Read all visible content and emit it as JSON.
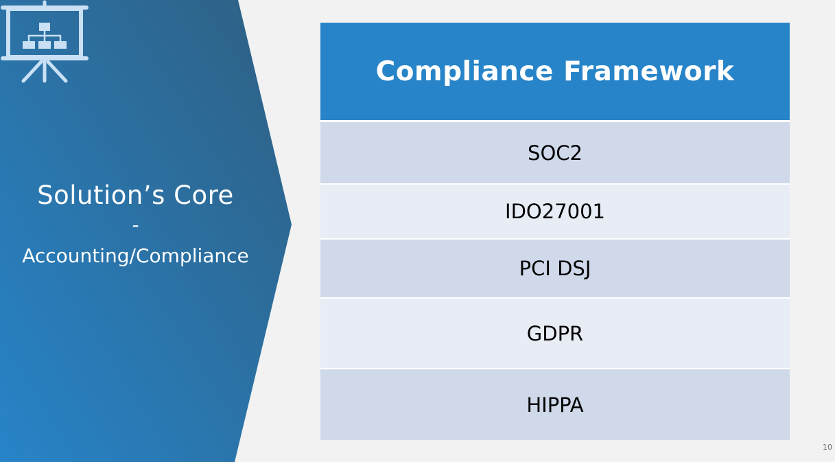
{
  "side": {
    "title": "Solution’s Core",
    "dash": "-",
    "subtitle": "Accounting/Compliance",
    "icon": "presentation-org-chart-icon",
    "gradient_start": "#2784c8",
    "gradient_end": "#2e5d7f"
  },
  "table": {
    "header": "Compliance Framework",
    "header_color": "#2784c8",
    "rows": [
      {
        "label": "SOC2"
      },
      {
        "label": "IDO27001"
      },
      {
        "label": "PCI DSJ"
      },
      {
        "label": "GDPR"
      },
      {
        "label": "HIPPA"
      }
    ],
    "row_dark_color": "#cfd9ea",
    "row_light_color": "#e8ecf5"
  },
  "footer": {
    "page_number": "10"
  }
}
